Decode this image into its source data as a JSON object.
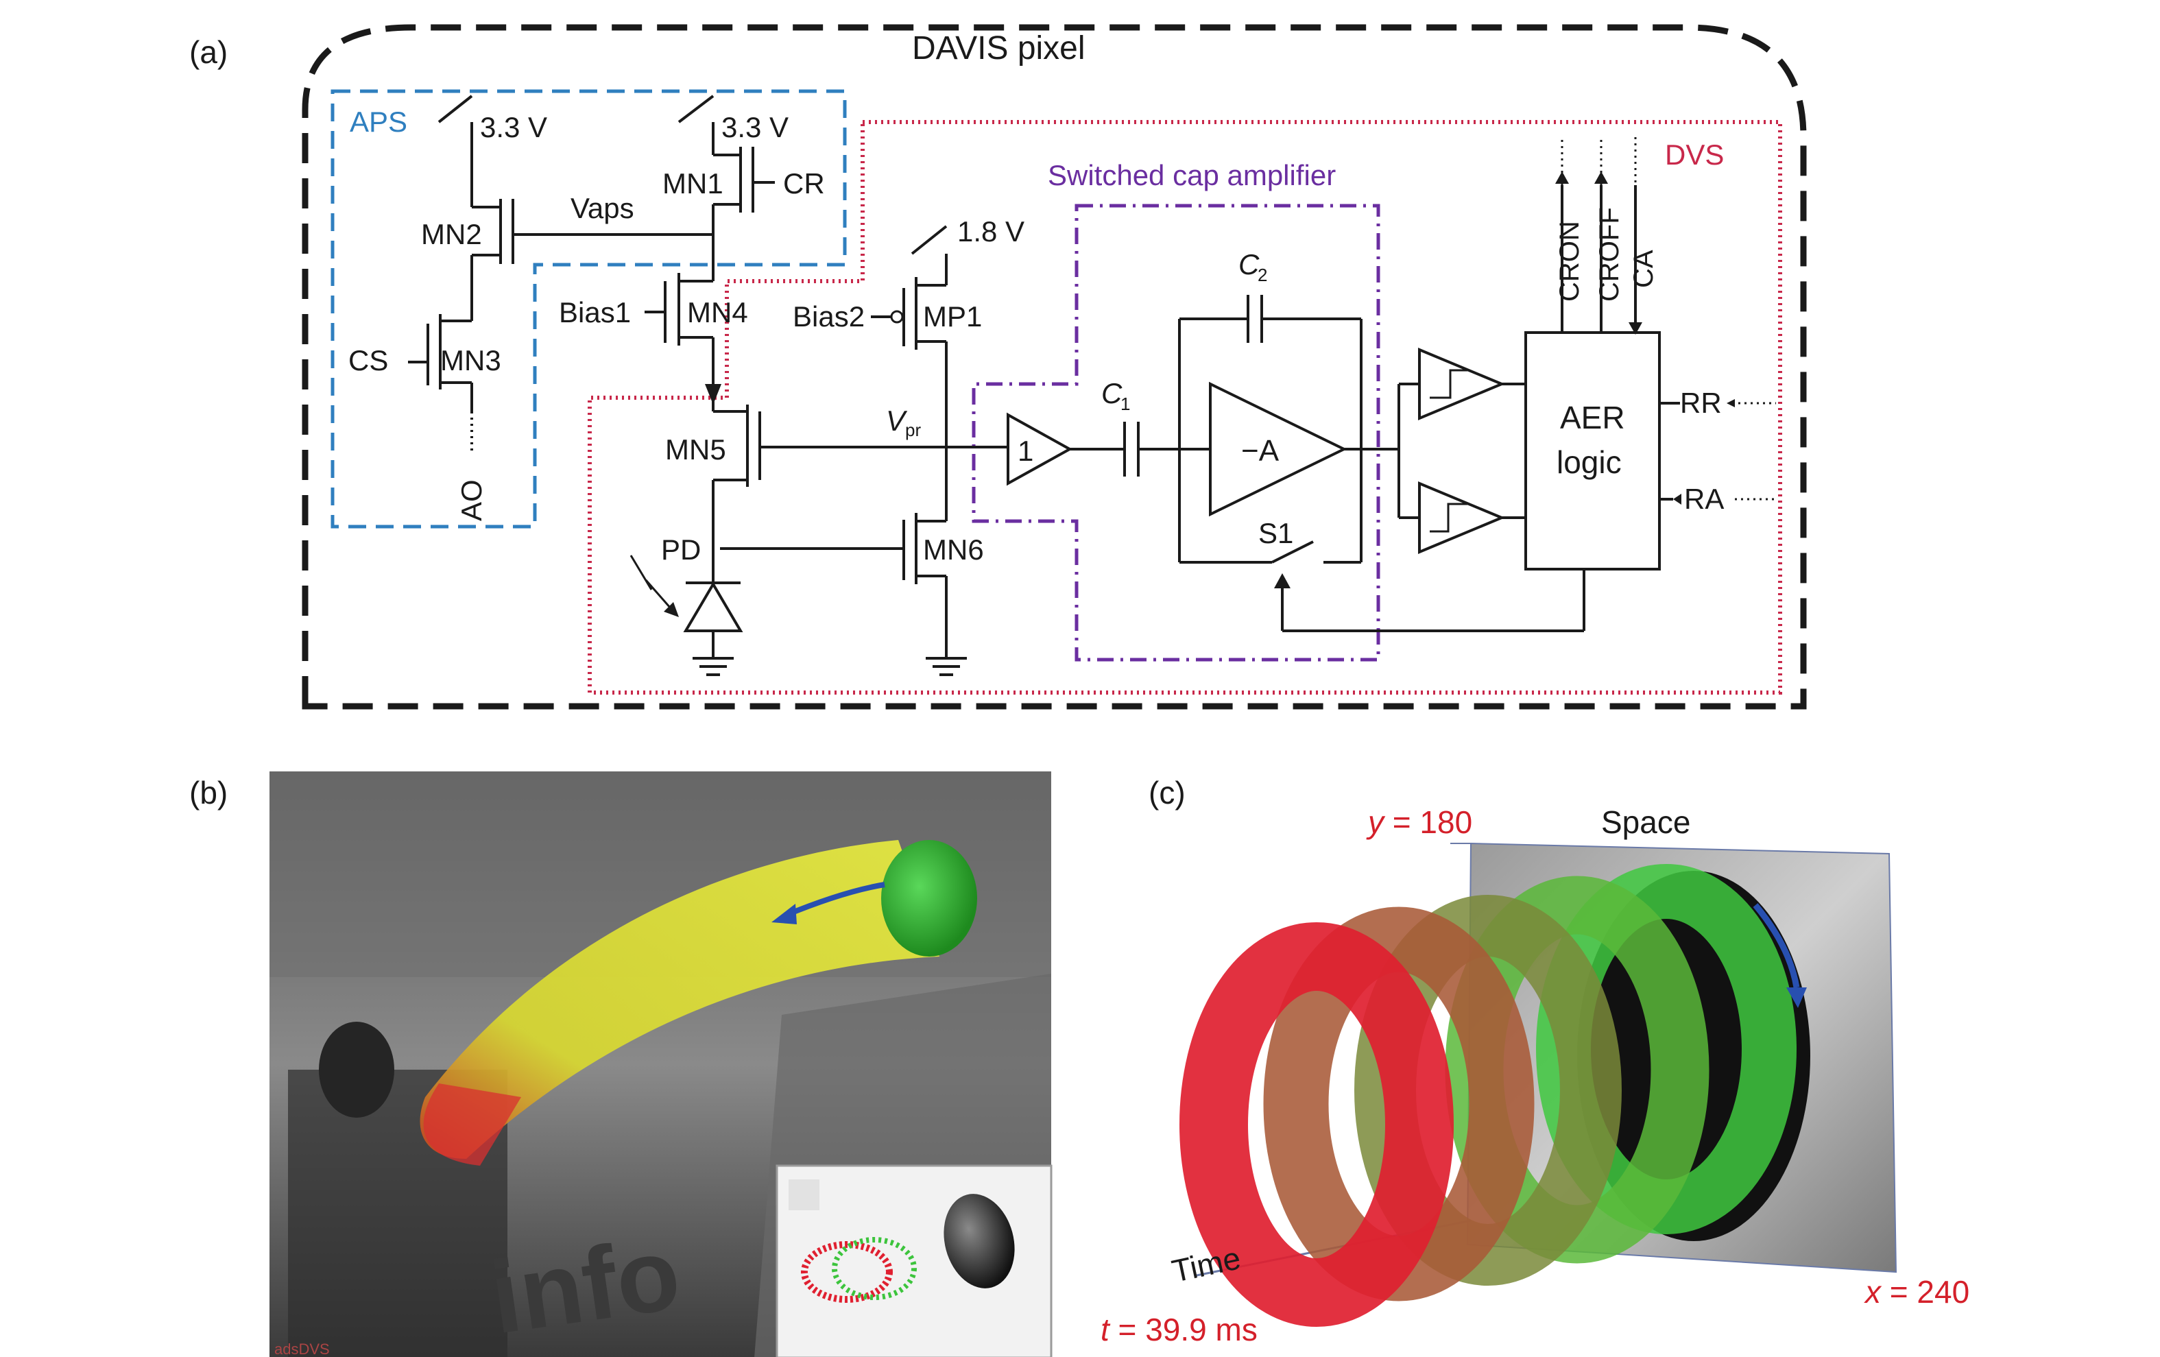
{
  "panel_a": {
    "label": "(a)",
    "title": "DAVIS pixel",
    "aps": {
      "label": "APS",
      "color": "#2f7fbf"
    },
    "dvs": {
      "label": "DVS",
      "color": "#c8284a"
    },
    "switched_cap": {
      "label": "Switched cap amplifier",
      "color": "#6a2ea0"
    },
    "vdd_a": "3.3 V",
    "vdd_b": "3.3 V",
    "vdd_c": "1.8 V",
    "mn2": "MN2",
    "mn1": "MN1",
    "cr": "CR",
    "vaps": "Vaps",
    "cs": "CS",
    "mn3": "MN3",
    "ao": "AO",
    "bias1": "Bias1",
    "mn4": "MN4",
    "bias2": "Bias2",
    "mp1": "MP1",
    "mn5": "MN5",
    "mn6": "MN6",
    "pd": "PD",
    "vpr_main": "V",
    "vpr_sub": "pr",
    "buffer_gain": "1",
    "c1_main": "C",
    "c1_sub": "1",
    "c2_main": "C",
    "c2_sub": "2",
    "amp_gain": "−A",
    "s1": "S1",
    "aer_line1": "AER",
    "aer_line2": "logic",
    "rr": "RR",
    "ra": "RA",
    "cron": "CRON",
    "croff": "CROFF",
    "ca": "CA"
  },
  "panel_b": {
    "label": "(b)",
    "watermark": "adsDVS",
    "wall_text": "info"
  },
  "panel_c": {
    "label": "(c)",
    "y_label_var": "y",
    "y_label_val": " = 180",
    "space": "Space",
    "time": "Time",
    "t_label_var": "t",
    "t_label_val": " = 39.9 ms",
    "x_label_var": "x",
    "x_label_val": " = 240",
    "annotation_color": "#d4202a",
    "on_color": "#3cc43c",
    "off_color": "#e02030"
  }
}
